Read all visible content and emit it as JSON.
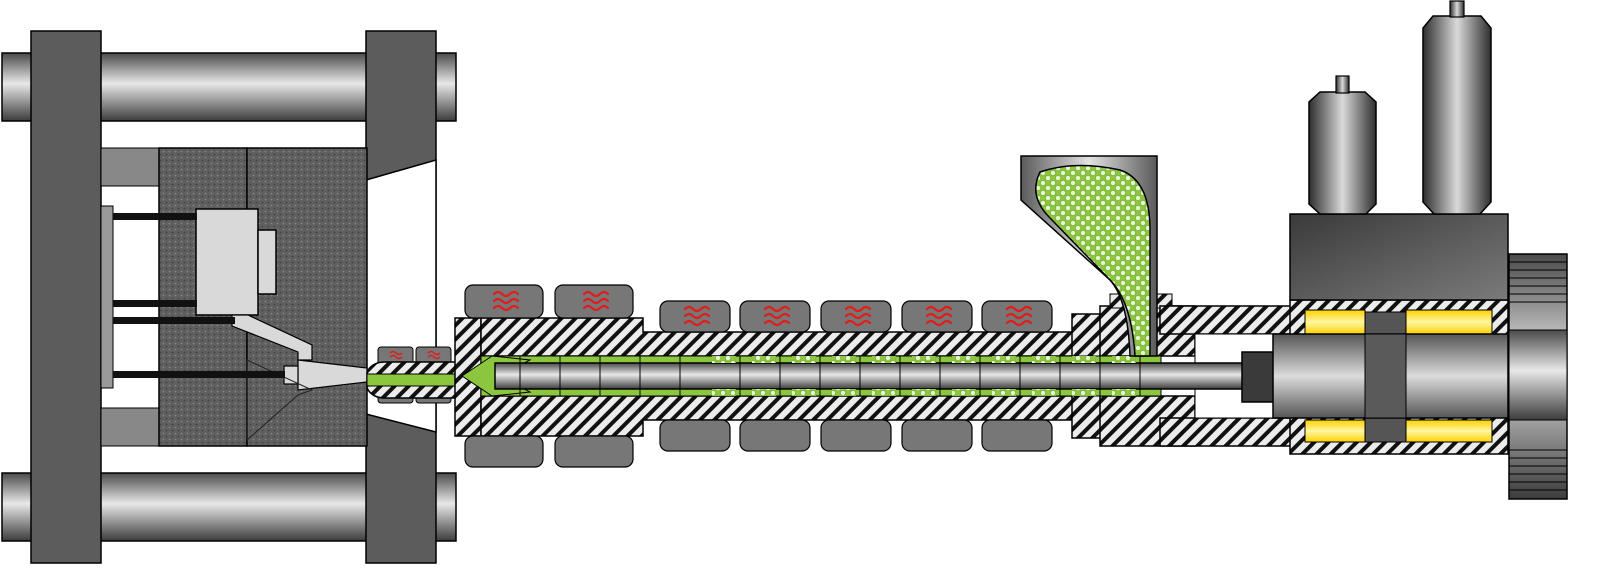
{
  "diagram": {
    "kind": "injection-molding-machine-cross-section",
    "colors": {
      "frame": "#5a5a5a",
      "mold": "#6e6e6e",
      "hatch_line": "#000000",
      "hatch_bg": "#e6e6e6",
      "pellet_green": "#8cc63f",
      "pellet_light": "#dff0c8",
      "heater": "#777777",
      "heat_wave": "#e21b1b",
      "coil_yellow": "#ffe600",
      "part_light": "#d6d6d6"
    },
    "components": [
      {
        "name": "clamping-unit",
        "icon": "tie-bar-frame"
      },
      {
        "name": "mold",
        "icon": "mold-halves"
      },
      {
        "name": "ejector-pins",
        "icon": "pin-array"
      },
      {
        "name": "nozzle",
        "icon": "nozzle"
      },
      {
        "name": "barrel",
        "icon": "hatched-barrel"
      },
      {
        "name": "heater-bands",
        "icon": "heat-wave-icon",
        "count": 9
      },
      {
        "name": "screw",
        "icon": "reciprocating-screw"
      },
      {
        "name": "hopper",
        "icon": "hopper-with-pellets"
      },
      {
        "name": "hydraulic-motor",
        "icon": "drive-motor"
      }
    ]
  }
}
